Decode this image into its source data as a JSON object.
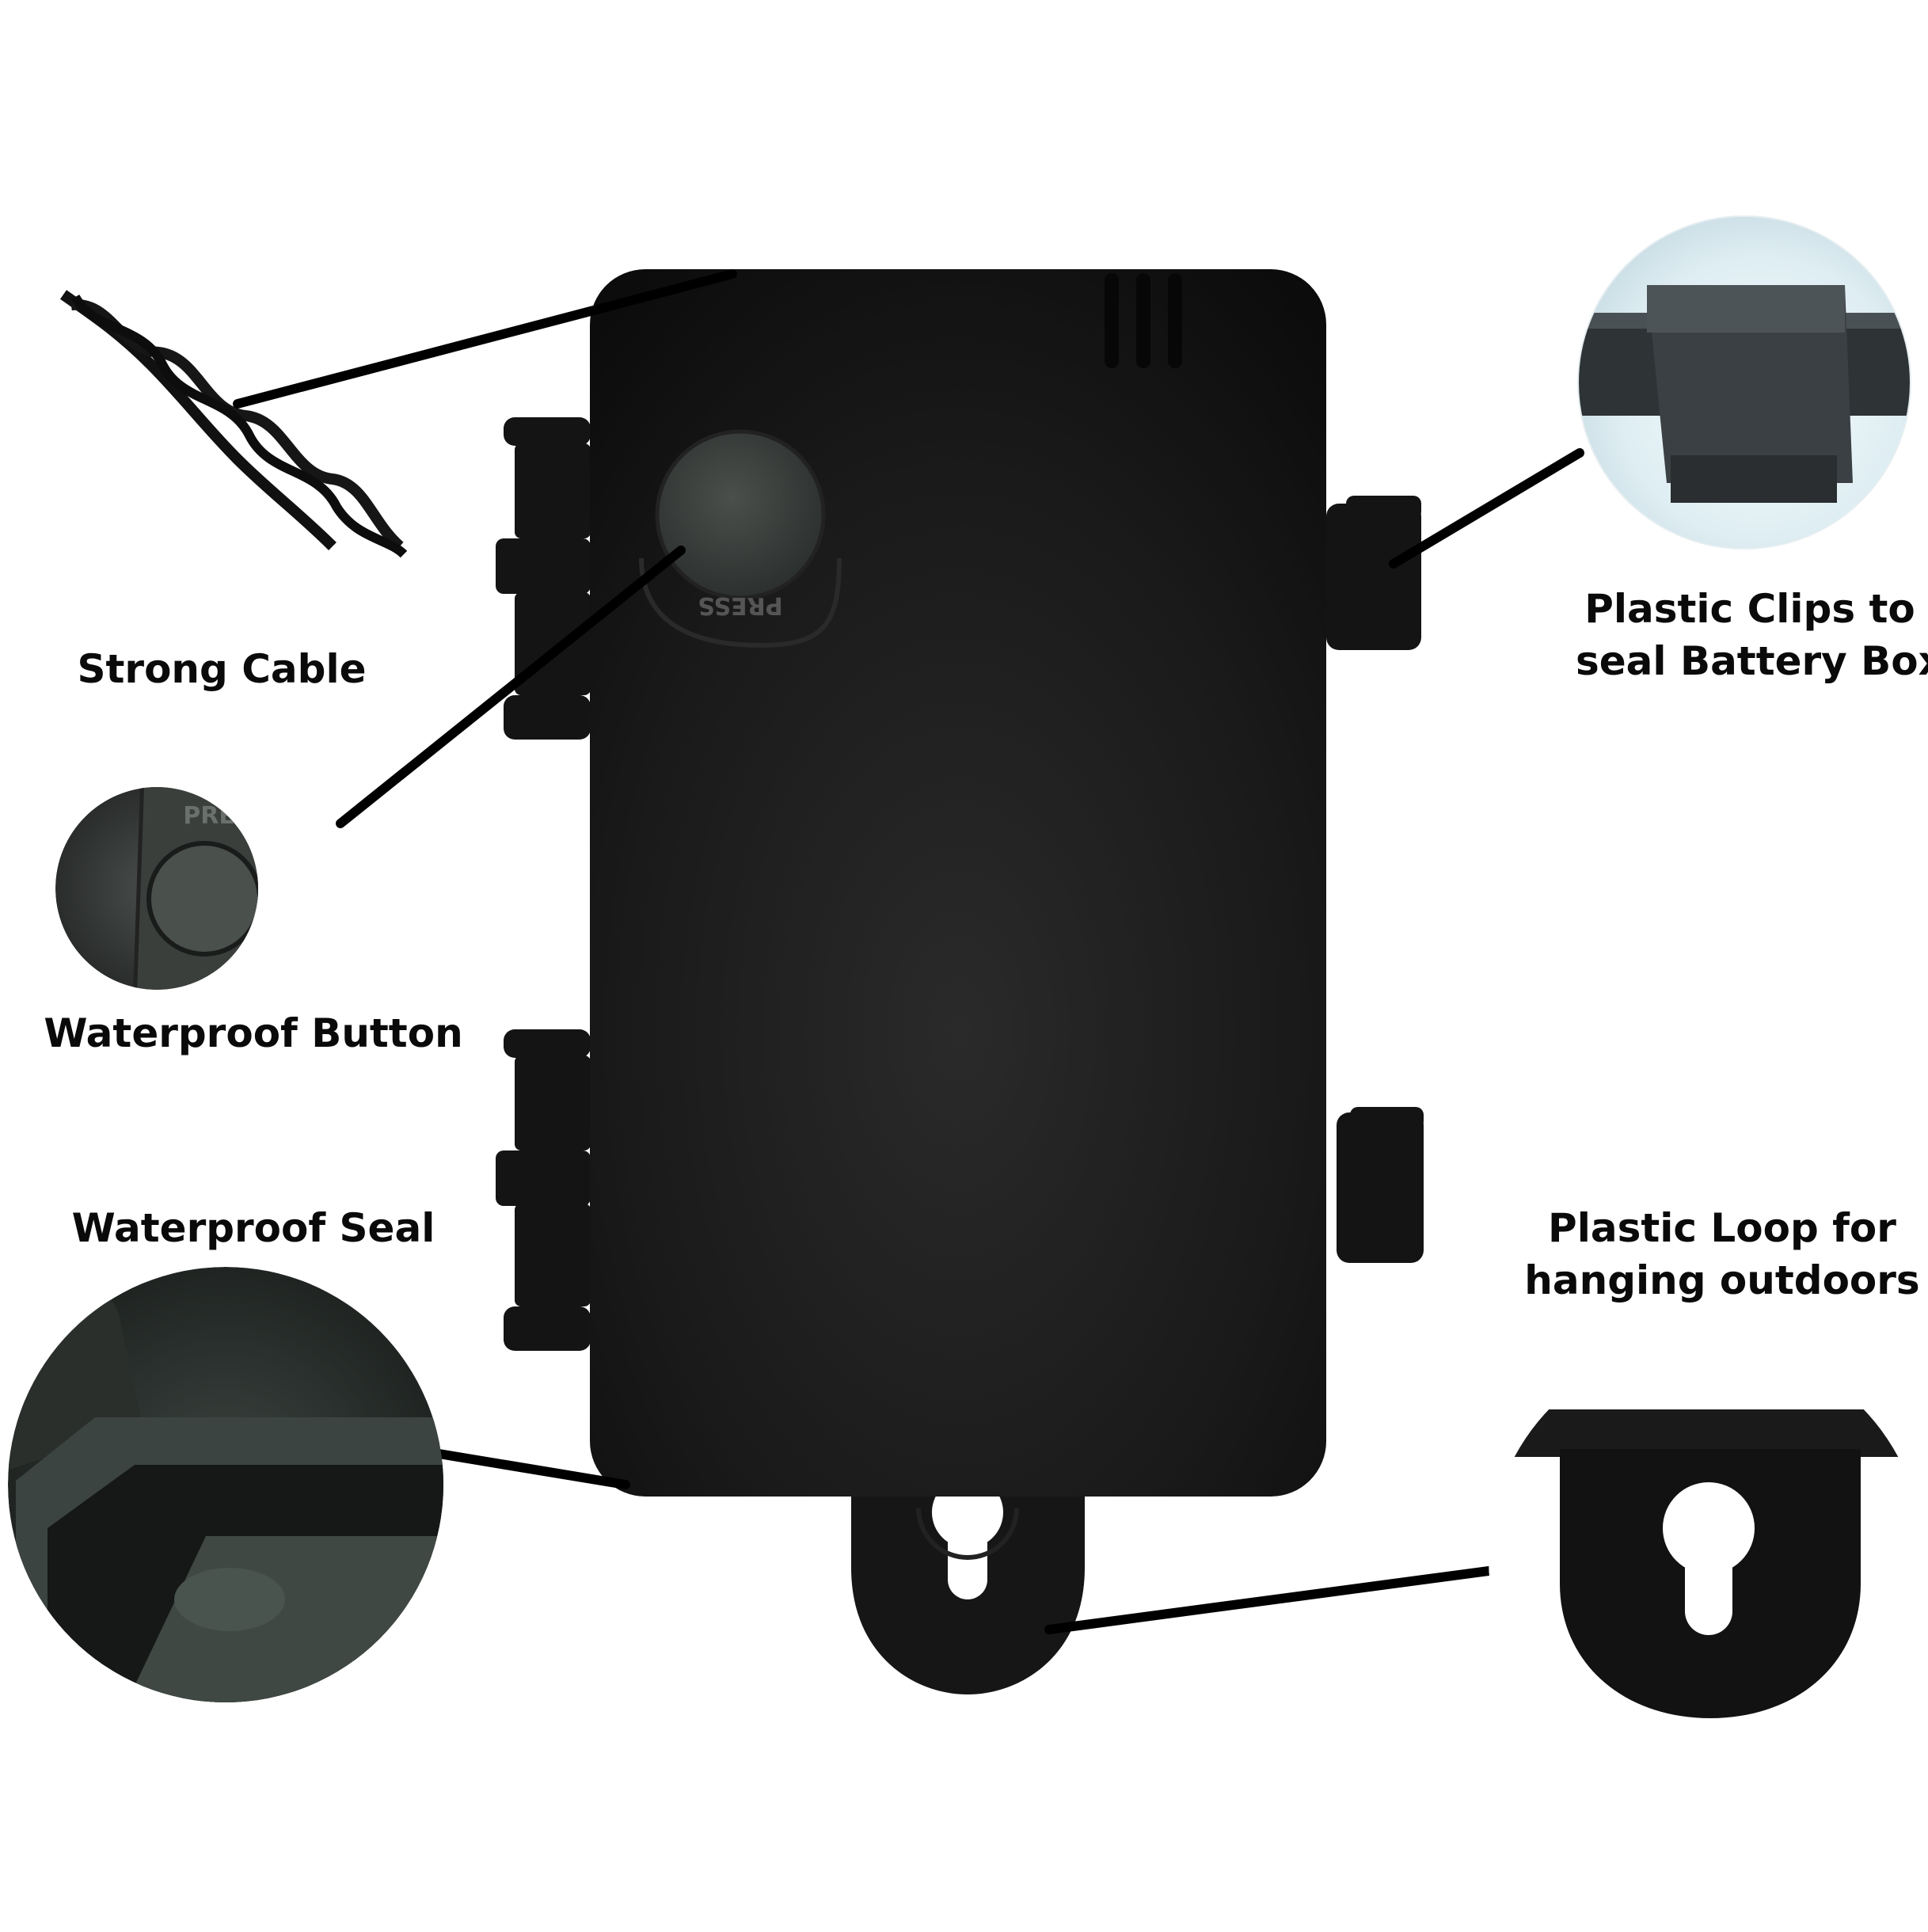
{
  "callouts": {
    "cable": {
      "line1": "Strong Cable"
    },
    "button": {
      "line1": "Waterproof Button",
      "insert_text": "PRESS"
    },
    "seal": {
      "line1": "Waterproof Seal"
    },
    "clips": {
      "line1": "Plastic Clips to",
      "line2": "seal Battery Box"
    },
    "loop": {
      "line1": "Plastic Loop for",
      "line2": "hanging outdoors"
    }
  },
  "product": {
    "button_text": "PRESS"
  },
  "colors": {
    "background": "#ffffff",
    "box_body": "#151515",
    "button": "#3a3e3c",
    "leader_line": "#000000",
    "label_text": "#0a0a0a"
  }
}
